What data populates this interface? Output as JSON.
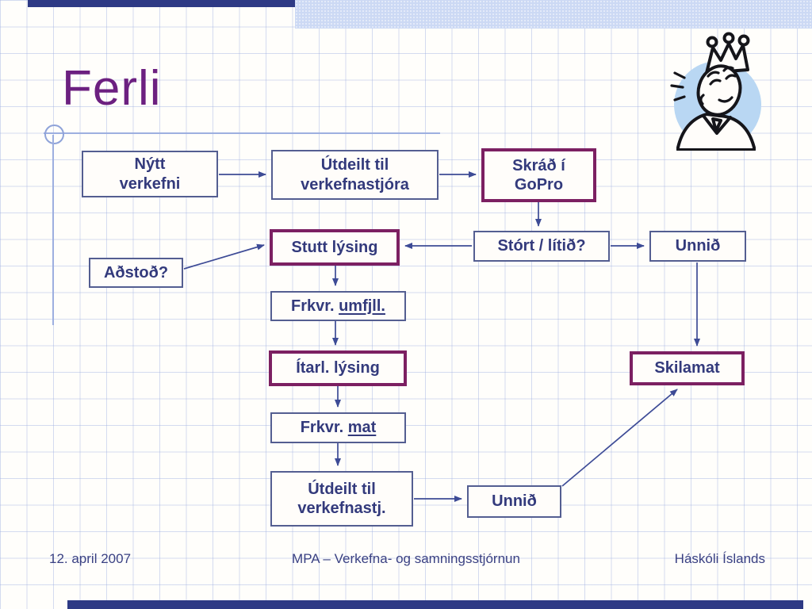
{
  "slide": {
    "title": "Ferli"
  },
  "nodes": {
    "nytt": {
      "label": "Nýtt\nverkefni"
    },
    "utdeilt_stjora": {
      "label": "Útdeilt til\nverkefnastjóra"
    },
    "skrad_gopro": {
      "label": "Skráð í\nGoPro"
    },
    "stutt_lysing": {
      "label": "Stutt lýsing"
    },
    "stort_litid": {
      "label": "Stórt / lítið?"
    },
    "unnid_right": {
      "label": "Unnið"
    },
    "adstod": {
      "label": "Aðstoð?"
    },
    "frkvr_umfjll": {
      "prefix": "Frkvr. ",
      "underlined": "umfjll."
    },
    "itarl_lysing": {
      "label": "Ítarl. lýsing"
    },
    "frkvr_mat": {
      "prefix": "Frkvr. ",
      "underlined": "mat"
    },
    "skilamat": {
      "label": "Skilamat"
    },
    "utdeilt_stj": {
      "label": "Útdeilt til\nverkefnastj."
    },
    "unnid_bottom": {
      "label": "Unnið"
    }
  },
  "footer": {
    "date": "12. april 2007",
    "center": "MPA –  Verkefna- og samningsstjórnun",
    "right": "Háskóli Íslands"
  },
  "icons": {
    "clipart": "crown-person-clipart"
  },
  "colors": {
    "title_purple": "#6c2080",
    "text_navy": "#333a7c",
    "thick_border_purple": "#7c2062",
    "thin_border_navy": "#545e91",
    "arrow_navy": "#3d4b96",
    "accent_bar_blue": "#ccd9f4",
    "accent_bar_navy": "#2e3a85",
    "clipart_circle_blue": "#b9d7f3"
  }
}
